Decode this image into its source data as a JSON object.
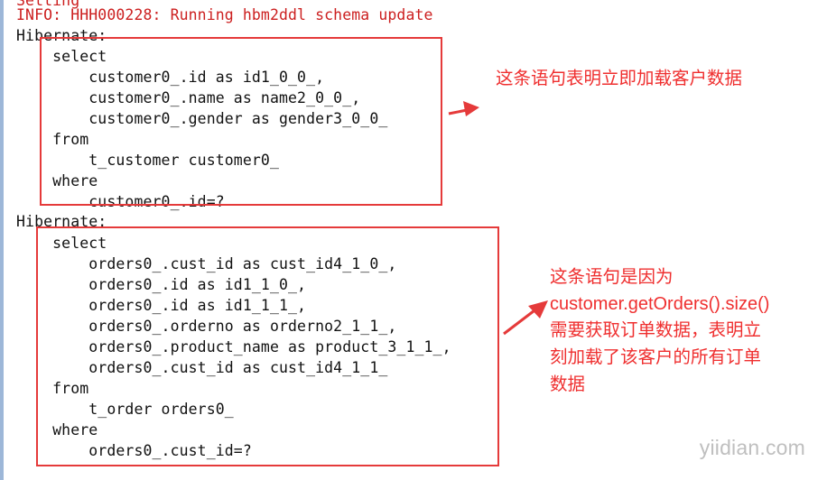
{
  "console": {
    "partial_top_line": "Setting             ",
    "lines": [
      "INFO: HHH000228: Running hbm2ddl schema update",
      "Hibernate:",
      "    select",
      "        customer0_.id as id1_0_0_,",
      "        customer0_.name as name2_0_0_,",
      "        customer0_.gender as gender3_0_0_",
      "    from",
      "        t_customer customer0_",
      "    where",
      "        customer0_.id=?",
      "Hibernate:",
      "    select",
      "        orders0_.cust_id as cust_id4_1_0_,",
      "        orders0_.id as id1_1_0_,",
      "        orders0_.id as id1_1_1_,",
      "        orders0_.orderno as orderno2_1_1_,",
      "        orders0_.product_name as product_3_1_1_,",
      "        orders0_.cust_id as cust_id4_1_1_",
      "    from",
      "        t_order orders0_",
      "    where",
      "        orders0_.cust_id=?"
    ]
  },
  "annotations": {
    "first": "这条语句表明立即加载客户数据",
    "second_line1": "这条语句是因为",
    "second_method": "customer.getOrders().size()",
    "second_line3": "需要获取订单数据，表明立",
    "second_line4": "刻加载了该客户的所有订单",
    "second_line5": "数据"
  },
  "watermark": "yiidian.com",
  "colors": {
    "info_text": "#cc1f1f",
    "box_border": "#e53a3a",
    "annotation": "#ef2f2f",
    "left_rule": "#9db7d8"
  }
}
